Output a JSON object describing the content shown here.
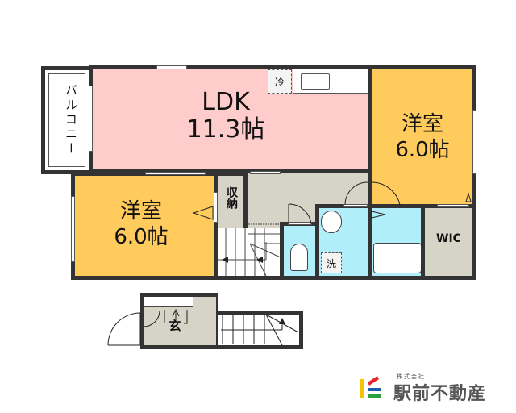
{
  "floorplan": {
    "rooms": {
      "balcony": {
        "label": "バルコニー"
      },
      "ldk": {
        "name": "LDK",
        "size": "11.3帖",
        "color": "#FFCCCC"
      },
      "bedroom_right": {
        "name": "洋室",
        "size": "6.0帖",
        "color": "#FFCB5C"
      },
      "bedroom_left": {
        "name": "洋室",
        "size": "6.0帖",
        "color": "#FFCB5C"
      },
      "closet": {
        "label": "収納",
        "color": "#D6D3C7"
      },
      "wic": {
        "label": "WIC",
        "color": "#D6D3C7"
      },
      "hallway": {
        "color": "#D6D3C7"
      },
      "toilet": {
        "color": "#B0EEF9"
      },
      "washroom": {
        "color": "#B0EEF9"
      },
      "bath": {
        "color": "#B0EEF9"
      },
      "entrance": {
        "label": "玄",
        "color": "#D6D3C7"
      }
    },
    "fixtures": {
      "fridge": "冷",
      "washer": "洗"
    },
    "wall_color": "#333333"
  },
  "logo": {
    "company_type": "株式会社",
    "name": "駅前不動産",
    "bar_colors": [
      "#F5C400",
      "#E8262B",
      "#1E5AAE",
      "#2E9E3E"
    ]
  }
}
